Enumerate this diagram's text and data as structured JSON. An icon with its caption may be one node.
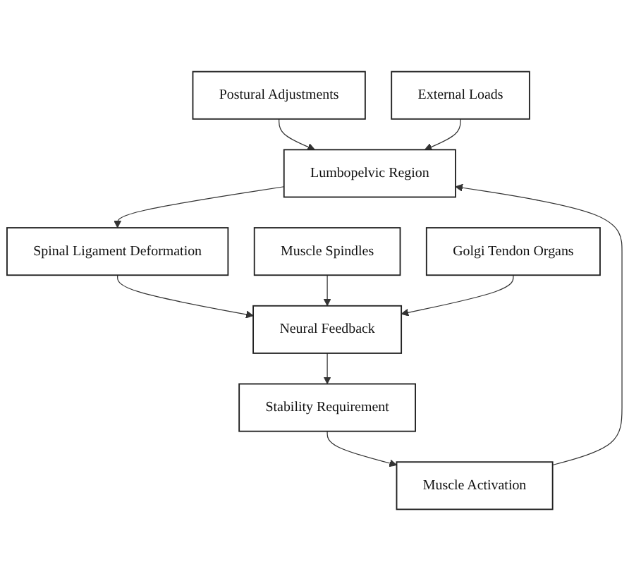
{
  "diagram": {
    "nodes": [
      {
        "text": [
          "Postural Adjustments"
        ]
      },
      {
        "text": [
          "External Loads"
        ]
      },
      {
        "text": [
          "Lumbopelvic Region"
        ]
      },
      {
        "text": [
          "Muscle Activation"
        ]
      },
      {
        "text": [
          "Spinal Ligament Deformation"
        ]
      },
      {
        "text": [
          "Muscle Spindles"
        ]
      },
      {
        "text": [
          "Golgi Tendon Organs"
        ]
      },
      {
        "text": [
          "Neural Feedback"
        ]
      },
      {
        "text": [
          "Stability Requirement"
        ]
      }
    ],
    "edges": [
      {
        "from": 0,
        "to": 2,
        "arrow": "to"
      },
      {
        "from": 1,
        "to": 2,
        "arrow": "to"
      },
      {
        "from": 3,
        "to": 2,
        "arrow": "to"
      },
      {
        "from": 2,
        "to": 4,
        "arrow": "to"
      },
      {
        "from": 4,
        "to": 7,
        "arrow": "to"
      },
      {
        "from": 5,
        "to": 7,
        "arrow": "to"
      },
      {
        "from": 6,
        "to": 7,
        "arrow": "to"
      },
      {
        "from": 7,
        "to": 8,
        "arrow": "to"
      },
      {
        "from": 8,
        "to": 3,
        "arrow": "to"
      }
    ]
  }
}
